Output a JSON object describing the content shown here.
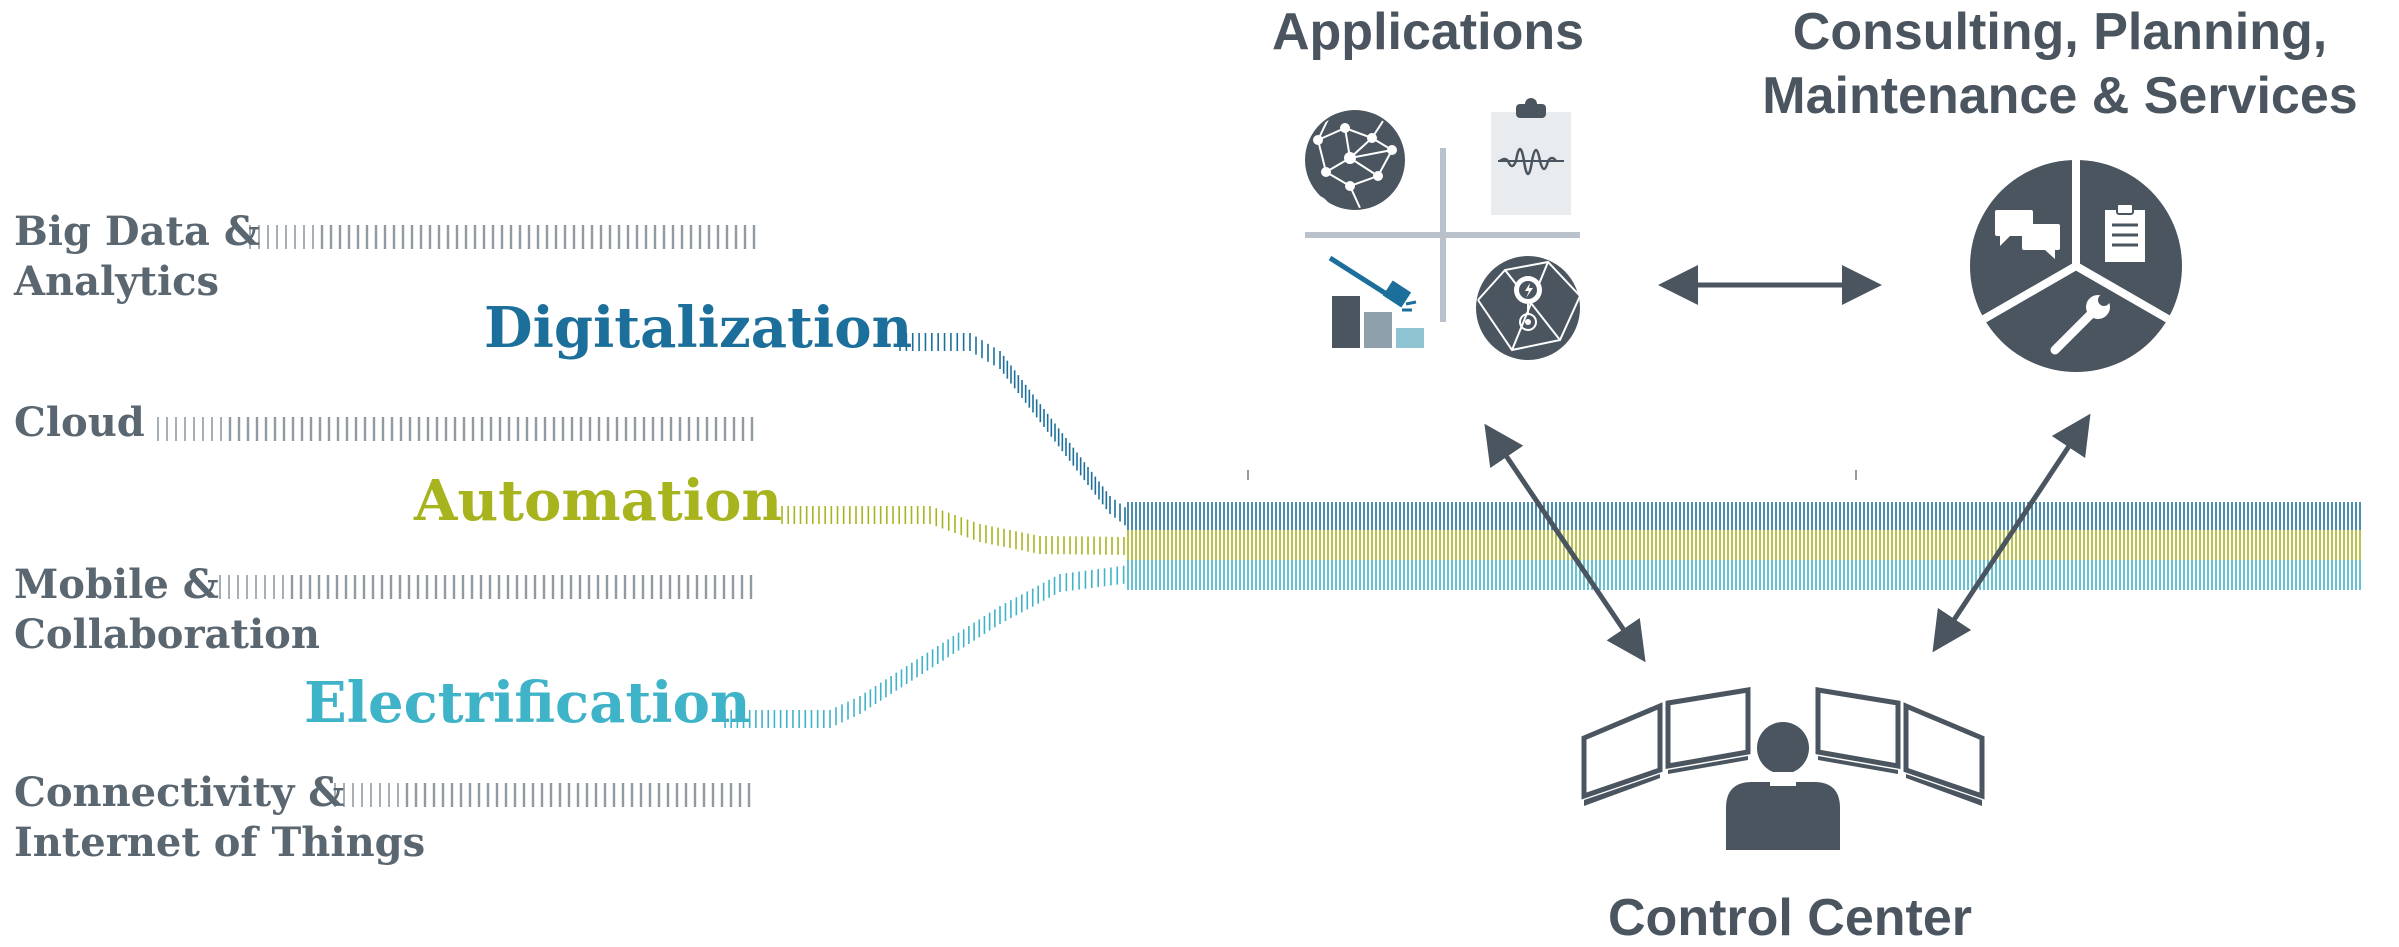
{
  "technologies": {
    "big_data": [
      "Big Data &",
      "Analytics"
    ],
    "cloud": [
      "Cloud"
    ],
    "mobile": [
      "Mobile &",
      "Collaboration"
    ],
    "connectivity": [
      "Connectivity &",
      "Internet of Things"
    ]
  },
  "themes": {
    "digitalization": "Digitalization",
    "automation": "Automation",
    "electrification": "Electrification"
  },
  "headings": {
    "applications": "Applications",
    "consulting": [
      "Consulting, Planning,",
      "Maintenance & Services"
    ],
    "control_center": "Control Center"
  },
  "colors": {
    "digitalization": "#1b6f9a",
    "automation": "#a8b41e",
    "electrification": "#3fb3c8",
    "gray": "#4a5560",
    "light_gray": "#b9c2ca"
  },
  "icons": [
    "network-globe-icon",
    "waveform-clipboard-icon",
    "power-plug-chart-icon",
    "grid-node-icon",
    "services-pie-icon",
    "chat-icon",
    "clipboard-icon",
    "wrench-icon",
    "operator-icon",
    "monitor-icon",
    "double-arrow-icon"
  ]
}
